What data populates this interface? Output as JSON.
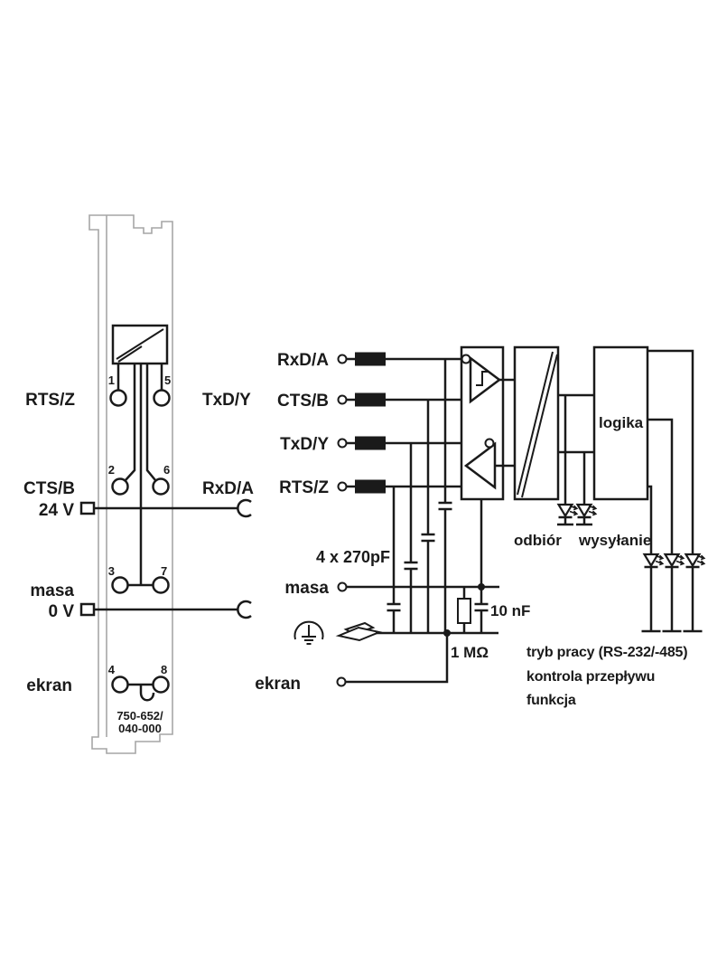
{
  "module": {
    "part_number": [
      "750-652/",
      "040-000"
    ],
    "terminal_numbers": [
      "1",
      "5",
      "2",
      "6",
      "3",
      "7",
      "4",
      "8"
    ],
    "left_labels": [
      "RTS/Z",
      "CTS/B",
      "24 V",
      "masa",
      "0 V",
      "ekran"
    ],
    "right_labels": [
      "TxD/Y",
      "RxD/A"
    ]
  },
  "schematic": {
    "signal_labels": [
      "RxD/A",
      "CTS/B",
      "TxD/Y",
      "RTS/Z"
    ],
    "ground_label": "masa",
    "shield_label": "ekran",
    "capacitors_label": "4 x 270pF",
    "resistor_label": "1 MΩ",
    "capacitor2_label": "10 nF",
    "logic_label": "logika",
    "led_receive_label": "odbiór",
    "led_transmit_label": "wysyłanie",
    "status_led_labels": [
      "tryb pracy (RS-232/-485)",
      "kontrola przepływu",
      "funkcja"
    ]
  },
  "colors": {
    "diagram_line": "#1a1a1a",
    "module_outline": "#a6a6a6",
    "background": "#ffffff"
  }
}
